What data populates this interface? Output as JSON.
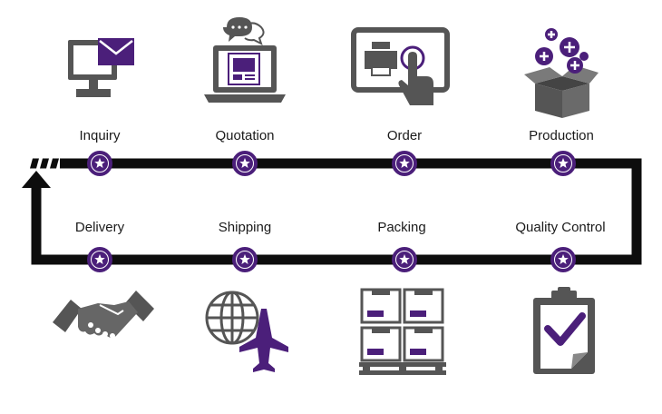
{
  "process": {
    "top_steps": [
      {
        "label": "Inquiry",
        "icon": "computer-mail-icon"
      },
      {
        "label": "Quotation",
        "icon": "laptop-document-icon"
      },
      {
        "label": "Order",
        "icon": "printer-touch-icon"
      },
      {
        "label": "Production",
        "icon": "box-plus-icon"
      }
    ],
    "bottom_steps": [
      {
        "label": "Delivery",
        "icon": "handshake-icon"
      },
      {
        "label": "Shipping",
        "icon": "globe-plane-icon"
      },
      {
        "label": "Packing",
        "icon": "boxes-pallet-icon"
      },
      {
        "label": "Quality Control",
        "icon": "clipboard-check-icon"
      }
    ],
    "node_icon": "star-node-icon"
  },
  "colors": {
    "track": "#0d0d0d",
    "accent": "#4b1f7a",
    "icon_gray": "#555555"
  }
}
